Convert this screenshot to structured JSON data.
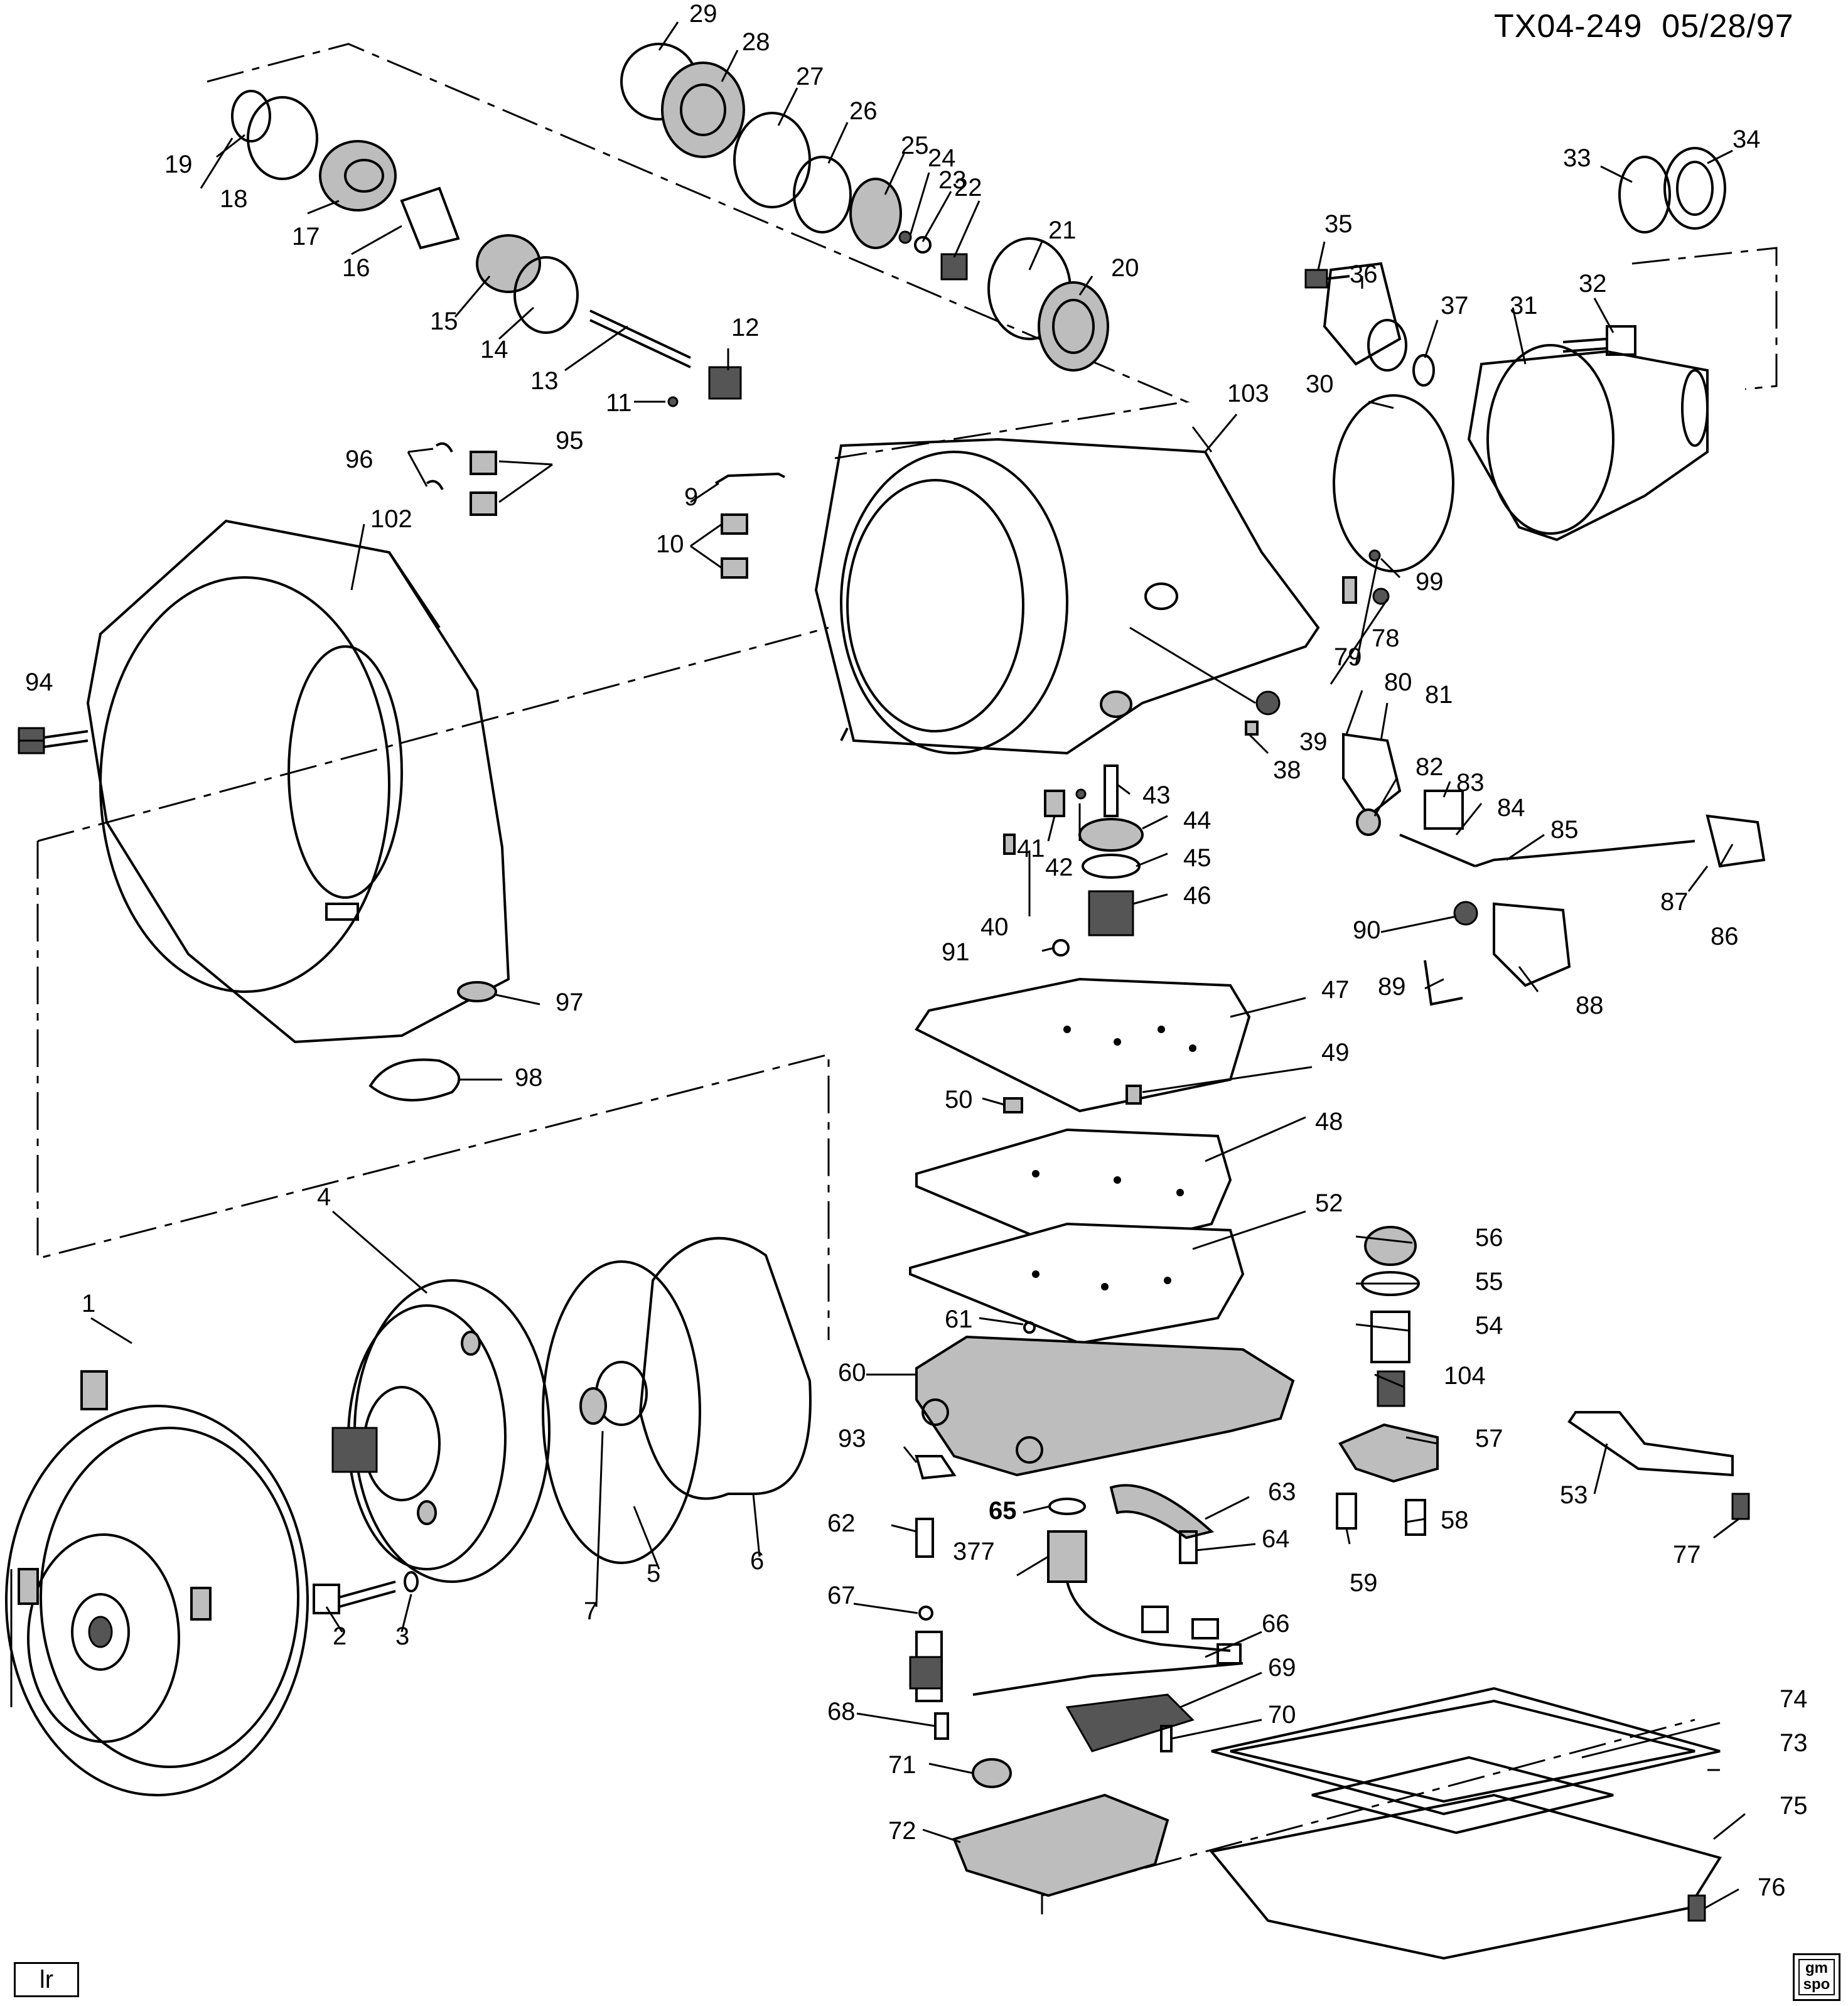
{
  "header": {
    "drawing_id": "TX04-249",
    "date": "05/28/97"
  },
  "footer": {
    "badge": "lr",
    "logo_top": "gm",
    "logo_bottom": "spo"
  },
  "callouts": [
    {
      "n": "1"
    },
    {
      "n": "2"
    },
    {
      "n": "3"
    },
    {
      "n": "4"
    },
    {
      "n": "5"
    },
    {
      "n": "6"
    },
    {
      "n": "7"
    },
    {
      "n": "9"
    },
    {
      "n": "10"
    },
    {
      "n": "11"
    },
    {
      "n": "12"
    },
    {
      "n": "13"
    },
    {
      "n": "14"
    },
    {
      "n": "15"
    },
    {
      "n": "16"
    },
    {
      "n": "17"
    },
    {
      "n": "18"
    },
    {
      "n": "19"
    },
    {
      "n": "20"
    },
    {
      "n": "21"
    },
    {
      "n": "22"
    },
    {
      "n": "23"
    },
    {
      "n": "24"
    },
    {
      "n": "25"
    },
    {
      "n": "26"
    },
    {
      "n": "27"
    },
    {
      "n": "28"
    },
    {
      "n": "29"
    },
    {
      "n": "30"
    },
    {
      "n": "31"
    },
    {
      "n": "32"
    },
    {
      "n": "33"
    },
    {
      "n": "34"
    },
    {
      "n": "35"
    },
    {
      "n": "36"
    },
    {
      "n": "37"
    },
    {
      "n": "38"
    },
    {
      "n": "39"
    },
    {
      "n": "40"
    },
    {
      "n": "41"
    },
    {
      "n": "42"
    },
    {
      "n": "43"
    },
    {
      "n": "44"
    },
    {
      "n": "45"
    },
    {
      "n": "46"
    },
    {
      "n": "47"
    },
    {
      "n": "48"
    },
    {
      "n": "49"
    },
    {
      "n": "50"
    },
    {
      "n": "52"
    },
    {
      "n": "53"
    },
    {
      "n": "54"
    },
    {
      "n": "55"
    },
    {
      "n": "56"
    },
    {
      "n": "57"
    },
    {
      "n": "58"
    },
    {
      "n": "59"
    },
    {
      "n": "60"
    },
    {
      "n": "61"
    },
    {
      "n": "62"
    },
    {
      "n": "63"
    },
    {
      "n": "64"
    },
    {
      "n": "65"
    },
    {
      "n": "66"
    },
    {
      "n": "67"
    },
    {
      "n": "68"
    },
    {
      "n": "69"
    },
    {
      "n": "70"
    },
    {
      "n": "71"
    },
    {
      "n": "72"
    },
    {
      "n": "73"
    },
    {
      "n": "74"
    },
    {
      "n": "75"
    },
    {
      "n": "76"
    },
    {
      "n": "77"
    },
    {
      "n": "78"
    },
    {
      "n": "79"
    },
    {
      "n": "80"
    },
    {
      "n": "81"
    },
    {
      "n": "82"
    },
    {
      "n": "83"
    },
    {
      "n": "84"
    },
    {
      "n": "85"
    },
    {
      "n": "86"
    },
    {
      "n": "87"
    },
    {
      "n": "88"
    },
    {
      "n": "89"
    },
    {
      "n": "90"
    },
    {
      "n": "91"
    },
    {
      "n": "93"
    },
    {
      "n": "94"
    },
    {
      "n": "95"
    },
    {
      "n": "96"
    },
    {
      "n": "97"
    },
    {
      "n": "98"
    },
    {
      "n": "99"
    },
    {
      "n": "102"
    },
    {
      "n": "103"
    },
    {
      "n": "104"
    },
    {
      "n": "377"
    }
  ]
}
